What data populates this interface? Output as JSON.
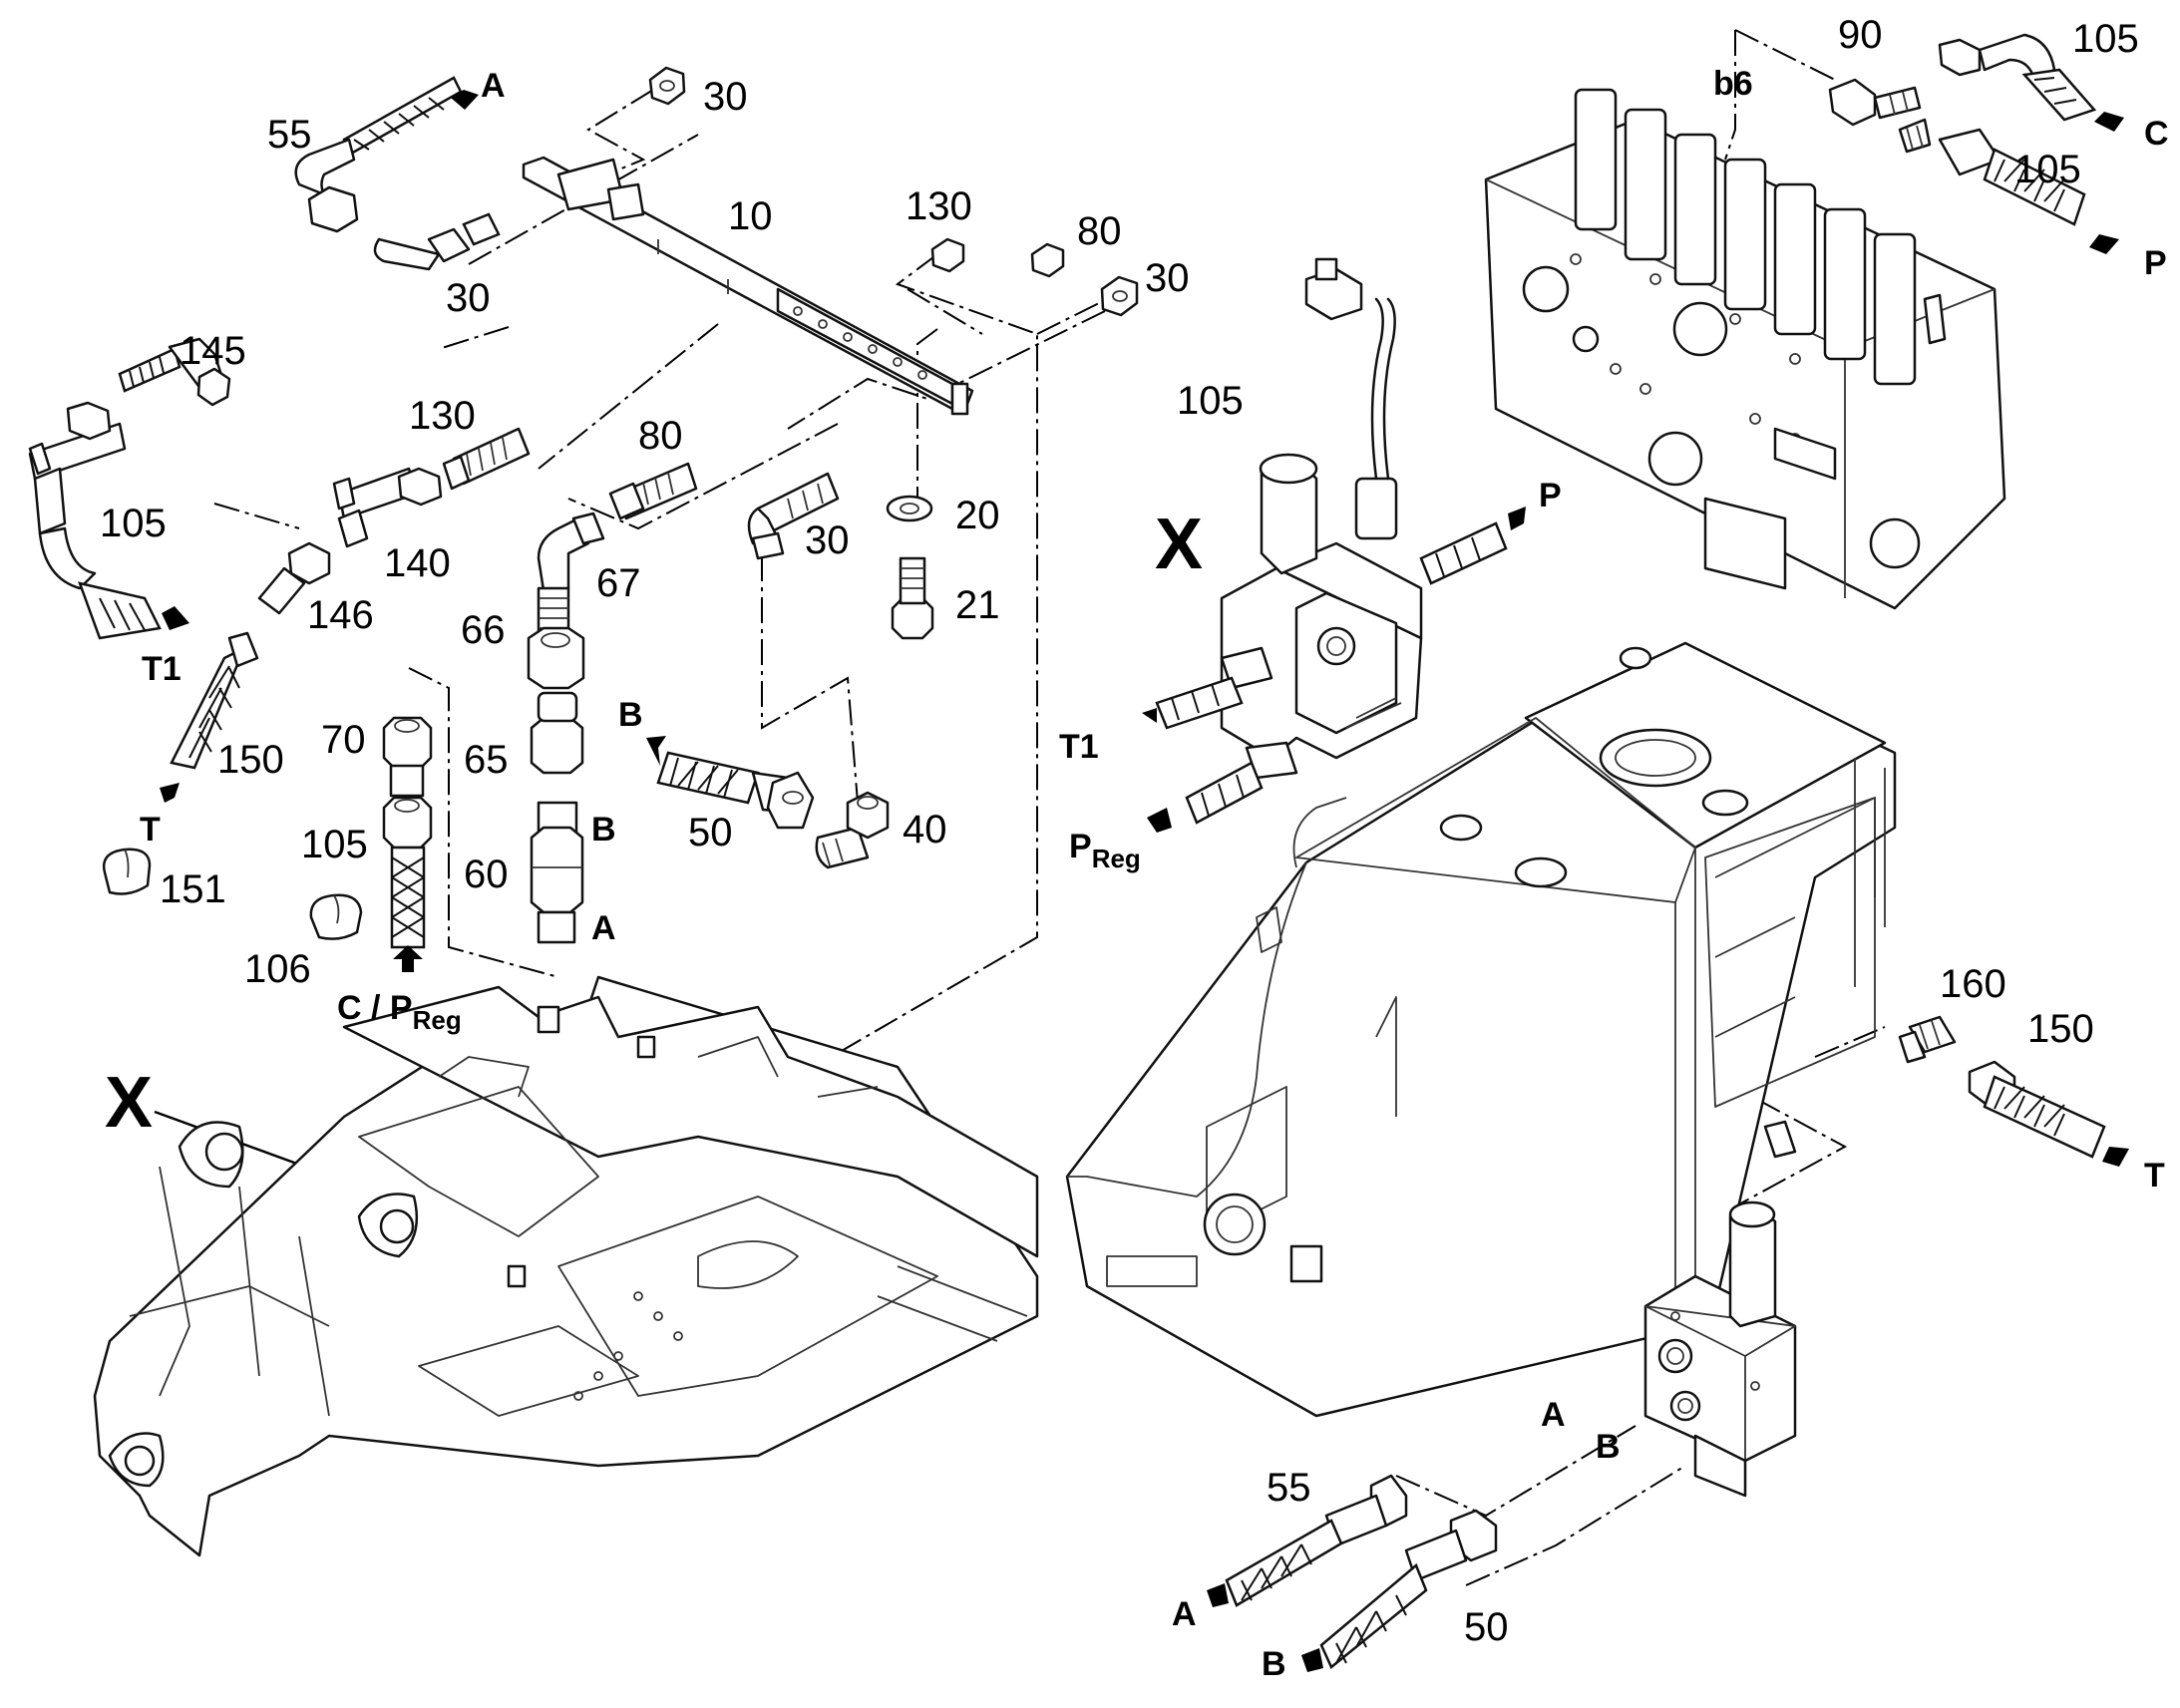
{
  "views": {
    "main_detail": "X",
    "frame_detail": "X"
  },
  "part_numbers": {
    "p55_top": "55",
    "p30_top_right": "30",
    "p30_fitting": "30",
    "p10": "10",
    "p130_nut": "130",
    "p80_nut": "80",
    "p30_nut": "30",
    "p145": "145",
    "p130_fitting": "130",
    "p80_fitting": "80",
    "p105_left": "105",
    "p140": "140",
    "p146": "146",
    "p67": "67",
    "p30_elbow": "30",
    "p20": "20",
    "p21": "21",
    "p66": "66",
    "p70": "70",
    "p65": "65",
    "p150_left": "150",
    "p151": "151",
    "p105_mid": "105",
    "p60": "60",
    "p106": "106",
    "p50_mid": "50",
    "p40": "40",
    "p105_valve": "105",
    "p90": "90",
    "p105_top_right": "105",
    "p105_right": "105",
    "p160": "160",
    "p150_right": "150",
    "p55_bottom": "55",
    "p50_bottom": "50"
  },
  "port_labels": {
    "a_top": "A",
    "t1_left": "T1",
    "t_left": "T",
    "b_mid": "B",
    "b_60": "B",
    "a_60": "A",
    "c_preg_prefix": "C / P",
    "c_preg_sub": "Reg",
    "p_valve": "P",
    "t1_valve": "T1",
    "preg_valve_prefix": "P",
    "preg_valve_sub": "Reg",
    "b6": "b6",
    "c_right": "C",
    "p_right": "P",
    "t_right": "T",
    "a_block": "A",
    "b_block": "B",
    "a_bottom": "A",
    "b_bottom": "B"
  }
}
